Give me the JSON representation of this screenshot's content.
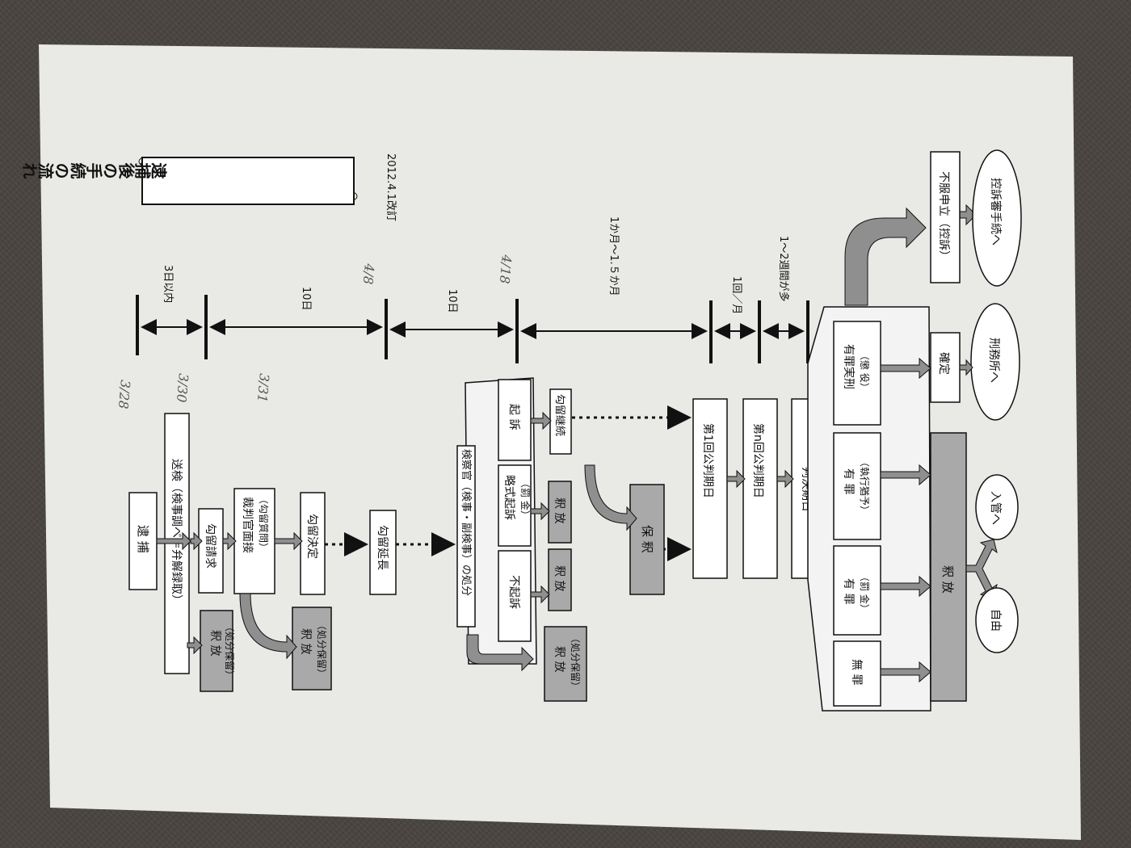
{
  "title": "逮捕後の手続の流れ",
  "revision": "2012.4.1改訂",
  "timeline": {
    "spans": [
      "3日以内",
      "10日",
      "10日",
      "1か月～1.５か月",
      "1回／月",
      "1～2週間が多"
    ]
  },
  "handwritten": [
    "3/28",
    "3/30",
    "3/31",
    "4/8",
    "4/18"
  ],
  "boxes": {
    "taiho": "逮 捕",
    "souken": "送検（検事調べ＝弁解録取）",
    "shakuho1": "釈 放\n（処分保留）",
    "koryu_seikyu": "勾留請求",
    "saibankan": "裁判官面接\n（勾留質問）",
    "shakuho2": "釈 放\n（処分保留）",
    "koryu_kettei": "勾留決定",
    "koryu_encho": "勾留延長",
    "kensatsukan": "検察官（検事・副検事）の処分",
    "fukiso": "不起訴",
    "ryakushiki": "略式起訴\n（罰 金）",
    "kiso": "起 訴",
    "shakuho3": "釈 放",
    "shakuho4": "釈 放",
    "shakuho5": "釈 放\n（処分保留）",
    "koryu_keizoku": "勾留継続",
    "hoshaku": "保 釈",
    "kohan1": "第1回公判期日",
    "kohann": "第n回公判期日",
    "hanketsu": "判決期日",
    "muzai": "無 罪",
    "yuzai_bakkin": "有 罪\n（罰 金）",
    "yuzai_shikko": "有 罪\n（執行猶予）",
    "yuzai_jikkei": "有罪実刑\n（懲 役）",
    "shakuho_final": "釈 放",
    "jiyu": "自由",
    "nyukan": "入管へ",
    "kakutei": "確定",
    "keimusho": "刑務所へ",
    "fufuku": "不服申立（控訴）",
    "koso": "控訴審手続へ"
  },
  "colors": {
    "paper": "#ebebe8",
    "box_gray": "#a9a9a9",
    "arrow_gray": "#8f8f8f",
    "ink": "#111111",
    "pencil": "#555555"
  }
}
